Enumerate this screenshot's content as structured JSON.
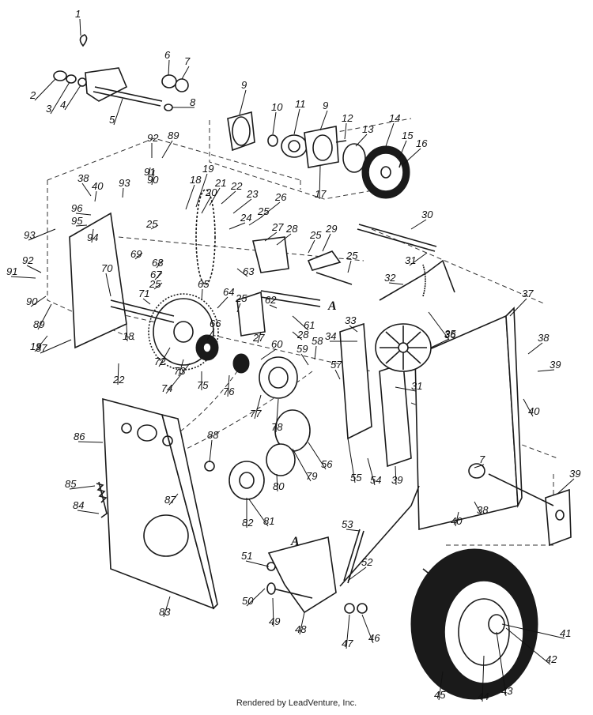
{
  "credit": "Rendered by LeadVenture, Inc.",
  "section_label": "A",
  "callouts": [
    "1",
    "2",
    "3",
    "4",
    "5",
    "6",
    "7",
    "8",
    "9",
    "10",
    "11",
    "12",
    "13",
    "14",
    "15",
    "16",
    "17",
    "18",
    "19",
    "20",
    "21",
    "22",
    "23",
    "24",
    "25",
    "26",
    "27",
    "28",
    "29",
    "30",
    "31",
    "32",
    "33",
    "34",
    "35",
    "36",
    "37",
    "38",
    "39",
    "40",
    "41",
    "42",
    "43",
    "44",
    "45",
    "46",
    "47",
    "48",
    "49",
    "50",
    "51",
    "52",
    "53",
    "54",
    "55",
    "56",
    "57",
    "58",
    "59",
    "60",
    "61",
    "62",
    "63",
    "64",
    "65",
    "66",
    "67",
    "68",
    "69",
    "70",
    "71",
    "72",
    "73",
    "74",
    "75",
    "76",
    "77",
    "78",
    "79",
    "80",
    "81",
    "82",
    "83",
    "84",
    "85",
    "86",
    "87",
    "88",
    "89",
    "90",
    "91",
    "92",
    "93",
    "94",
    "95",
    "96"
  ]
}
